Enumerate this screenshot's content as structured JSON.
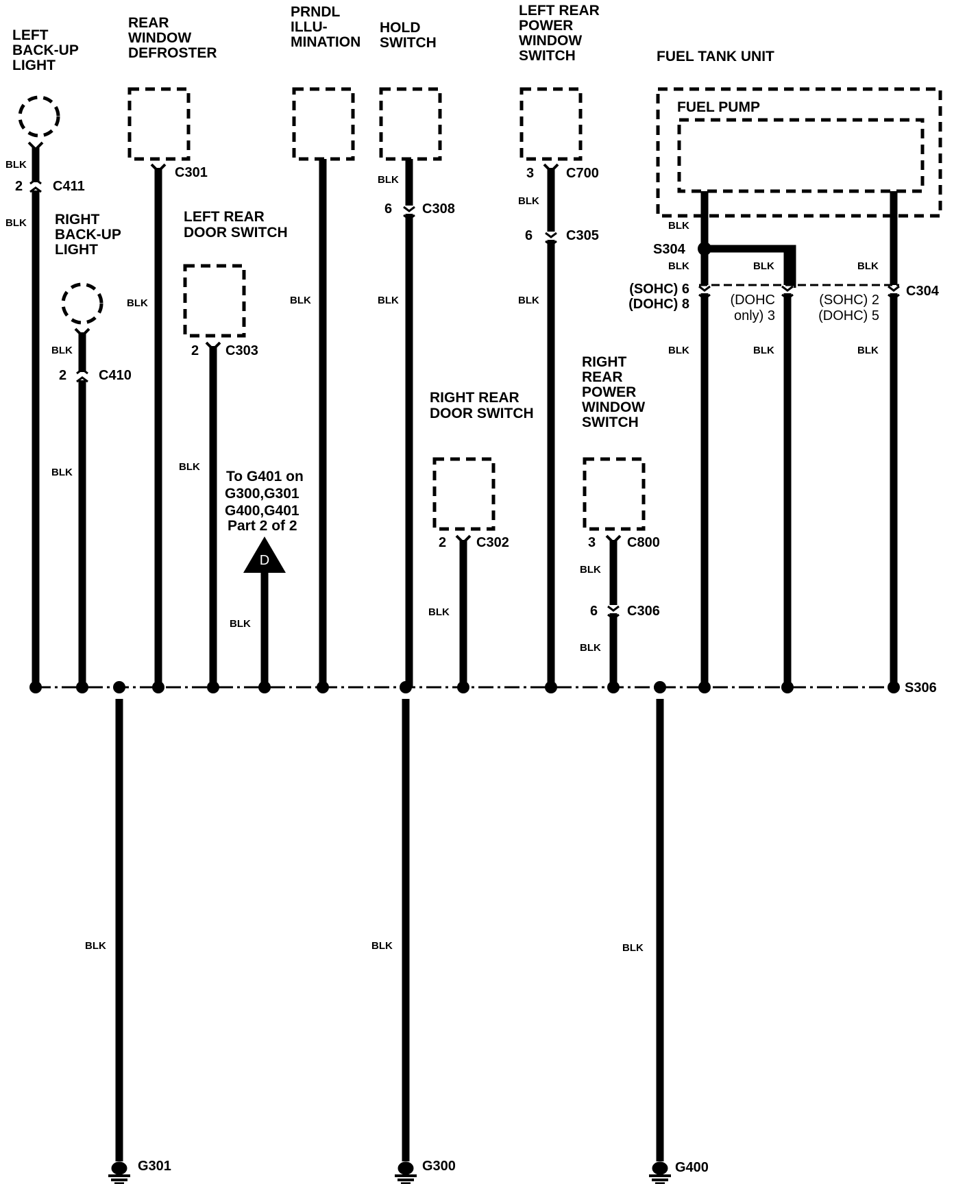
{
  "diagram": {
    "wire_color": "#000000",
    "background": "#ffffff",
    "components": {
      "left_backup_light": [
        "LEFT",
        "BACK-UP",
        "LIGHT"
      ],
      "rear_window_defroster": [
        "REAR",
        "WINDOW",
        "DEFROSTER"
      ],
      "prndl_illumination": [
        "PRNDL",
        "ILLU-",
        "MINATION"
      ],
      "hold_switch": [
        "HOLD",
        "SWITCH"
      ],
      "left_rear_power_window_switch": [
        "LEFT REAR",
        "POWER",
        "WINDOW",
        "SWITCH"
      ],
      "fuel_tank_unit": "FUEL TANK UNIT",
      "fuel_pump": "FUEL PUMP",
      "right_backup_light": [
        "RIGHT",
        "BACK-UP",
        "LIGHT"
      ],
      "left_rear_door_switch": [
        "LEFT REAR",
        "DOOR SWITCH"
      ],
      "right_rear_door_switch": [
        "RIGHT REAR",
        "DOOR SWITCH"
      ],
      "right_rear_power_window_switch": [
        "RIGHT",
        "REAR",
        "POWER",
        "WINDOW",
        "SWITCH"
      ]
    },
    "connectors": {
      "c411": {
        "pin": "2",
        "name": "C411"
      },
      "c410": {
        "pin": "2",
        "name": "C410"
      },
      "c301": {
        "name": "C301"
      },
      "c303": {
        "pin": "2",
        "name": "C303"
      },
      "c308": {
        "pin": "6",
        "name": "C308"
      },
      "c700": {
        "pin": "3",
        "name": "C700"
      },
      "c305": {
        "pin": "6",
        "name": "C305"
      },
      "c302": {
        "pin": "2",
        "name": "C302"
      },
      "c800": {
        "pin": "3",
        "name": "C800"
      },
      "c306": {
        "pin": "6",
        "name": "C306"
      },
      "c304": {
        "name": "C304",
        "left_pins": [
          "(SOHC) 6",
          "(DOHC) 8"
        ],
        "mid_pins": [
          "(DOHC",
          "only) 3"
        ],
        "right_pins": [
          "(SOHC) 2",
          "(DOHC) 5"
        ]
      }
    },
    "splices": {
      "s304": "S304",
      "s306": "S306"
    },
    "grounds": {
      "g301": "G301",
      "g300": "G300",
      "g400": "G400"
    },
    "offpage_reference": {
      "letter": "D",
      "lines": [
        "To G401 on",
        "G300,G301",
        "G400,G401",
        "Part 2 of 2"
      ]
    },
    "wire_label": "BLK"
  }
}
